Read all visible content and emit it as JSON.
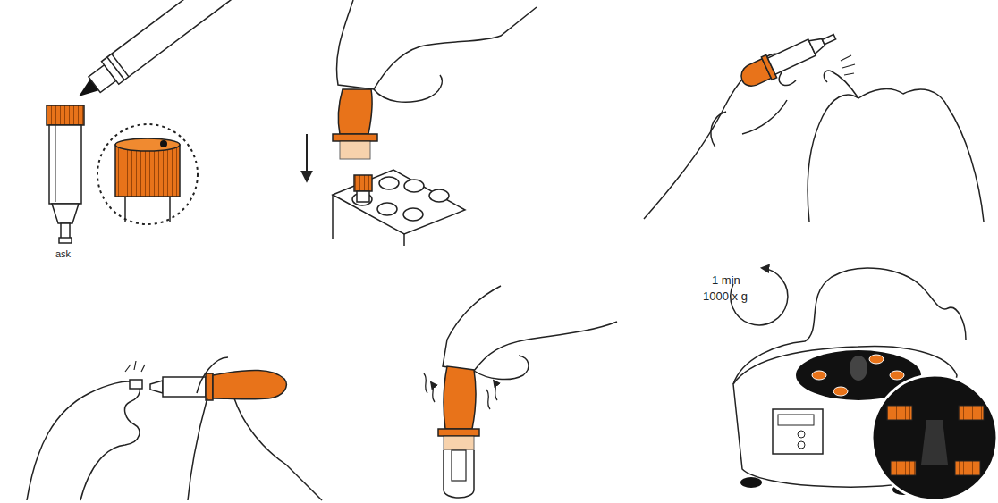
{
  "diagram": {
    "labels": [
      "ask",
      "1 min",
      "1000 x g"
    ]
  }
}
